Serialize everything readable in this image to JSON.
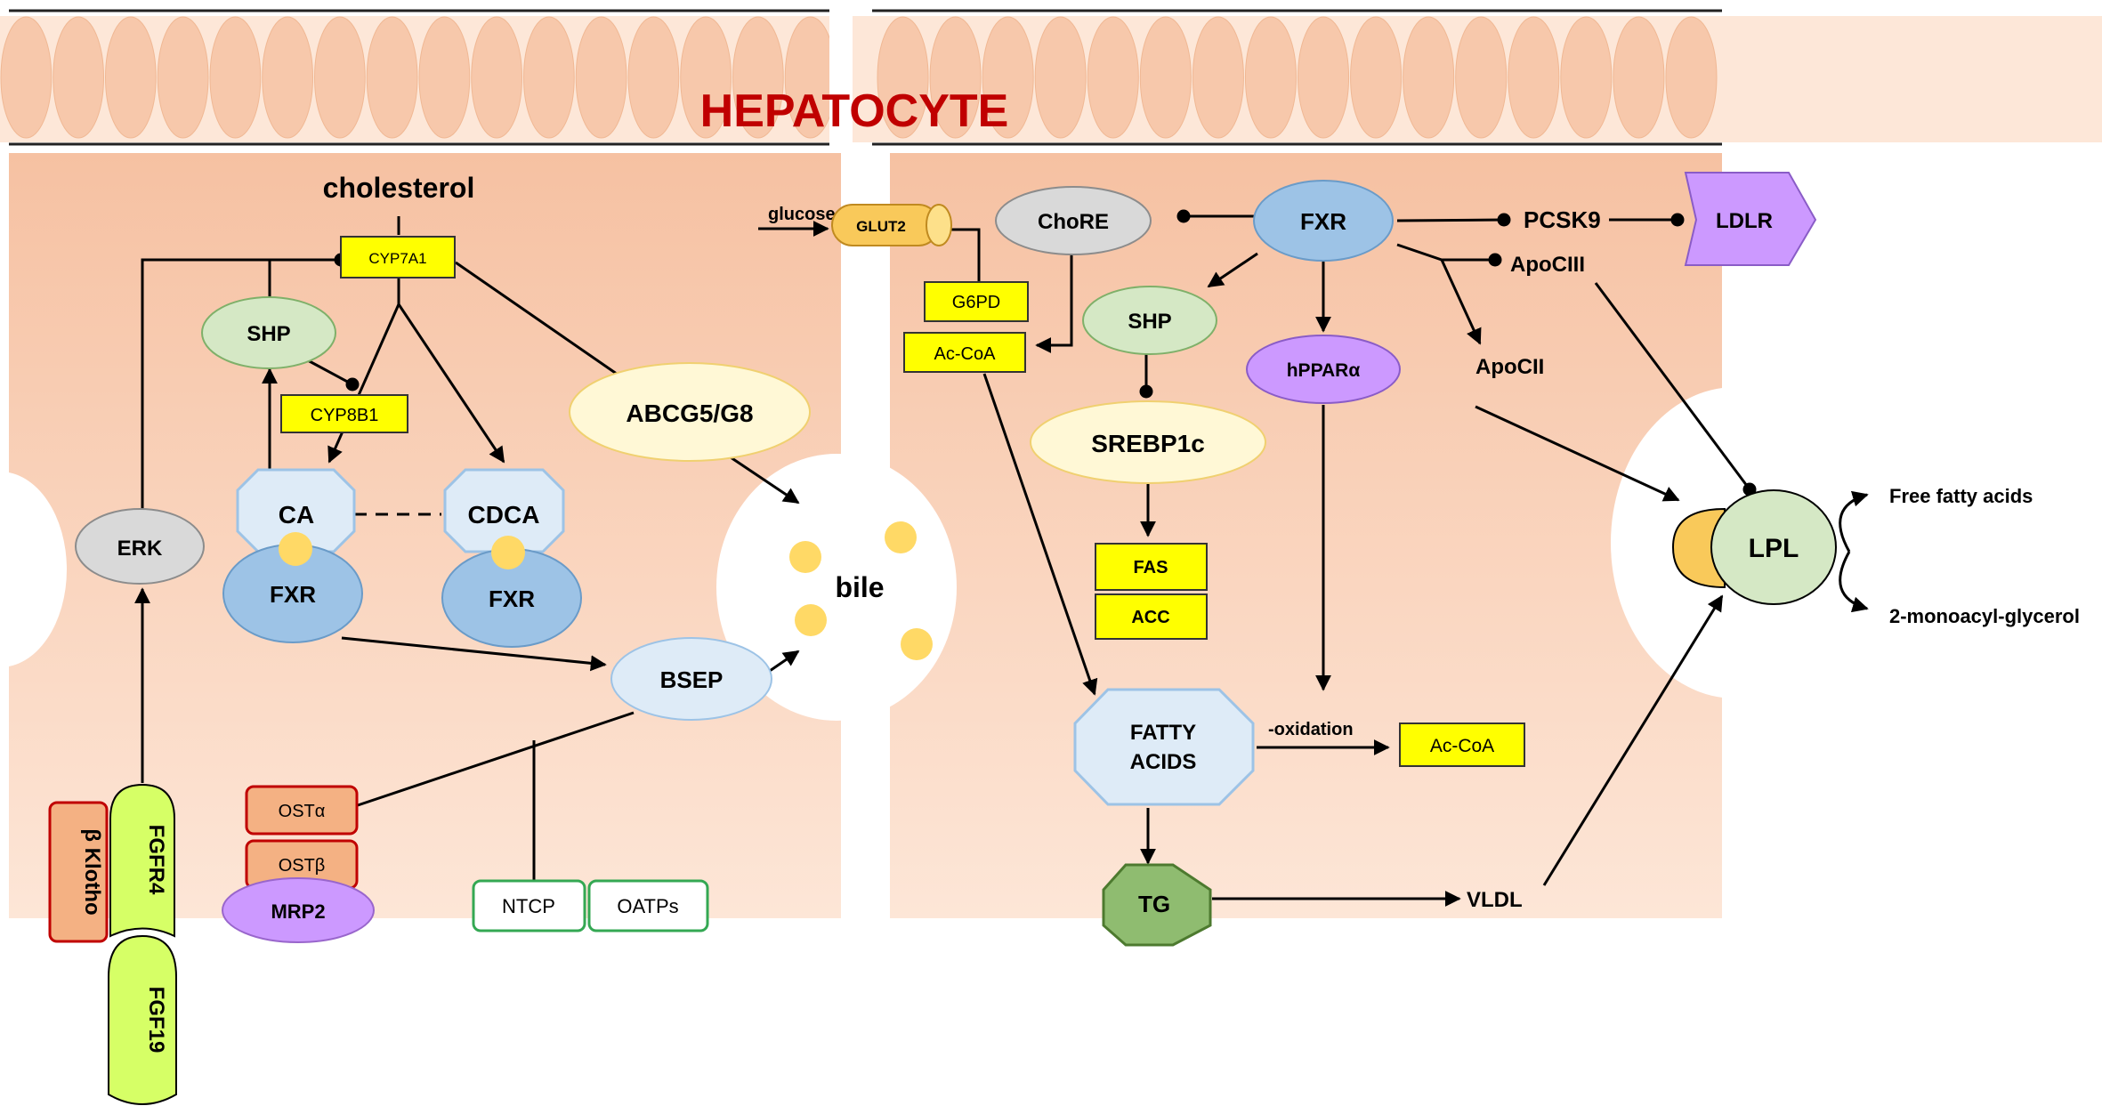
{
  "title": "HEPATOCYTE",
  "colors": {
    "title": "#c00000",
    "cell_fill": "#f7c6a8",
    "cell_fill_light": "#fbe1cf",
    "yellow_box": "#ffff00",
    "green_node": "#d5e8c5",
    "blue_node": "#9dc3e6",
    "light_blue_node": "#deebf7",
    "gray_node": "#d9d9d9",
    "purple_node": "#cc99ff",
    "pale_yellow_node": "#fff8d6",
    "orange_box": "#f4b183",
    "lime_receptor": "#d6ff66",
    "tg_green": "#8fbc70",
    "bile_acid_dot": "#ffd966",
    "lpl_anchor": "#f9c95a"
  },
  "left_panel": {
    "cholesterol": "cholesterol",
    "cyp7a1": "CYP7A1",
    "shp": "SHP",
    "cyp8b1": "CYP8B1",
    "abcg5_g8": "ABCG5/G8",
    "erk": "ERK",
    "ca": "CA",
    "cdca": "CDCA",
    "fxr_ca": "FXR",
    "fxr_cdca": "FXR",
    "bile": "bile",
    "bsep": "BSEP",
    "beta_klotho": "β Klotho",
    "fgfr4": "FGFR4",
    "fgf19": "FGF19",
    "ost_alpha": "OSTα",
    "ost_beta": "OSTβ",
    "mrp2": "MRP2",
    "ntcp": "NTCP",
    "oatps": "OATPs"
  },
  "right_panel": {
    "glucose": "glucose",
    "glut2": "GLUT2",
    "chore": "ChoRE",
    "fxr": "FXR",
    "pcsk9": "PCSK9",
    "ldlr": "LDLR",
    "g6pd": "G6PD",
    "ac_coa_top": "Ac-CoA",
    "shp": "SHP",
    "hppara": "hPPARα",
    "apociii": "ApoCIII",
    "apocii": "ApoCII",
    "srebp1c": "SREBP1c",
    "fas": "FAS",
    "acc": "ACC",
    "lpl": "LPL",
    "free_fatty_acids": "Free fatty acids",
    "monoacylglycerol": "2-monoacyl-glycerol",
    "fatty_acids_line1": "FATTY",
    "fatty_acids_line2": "ACIDS",
    "oxidation": "-oxidation",
    "ac_coa_bottom": "Ac-CoA",
    "tg": "TG",
    "vldl": "VLDL"
  }
}
